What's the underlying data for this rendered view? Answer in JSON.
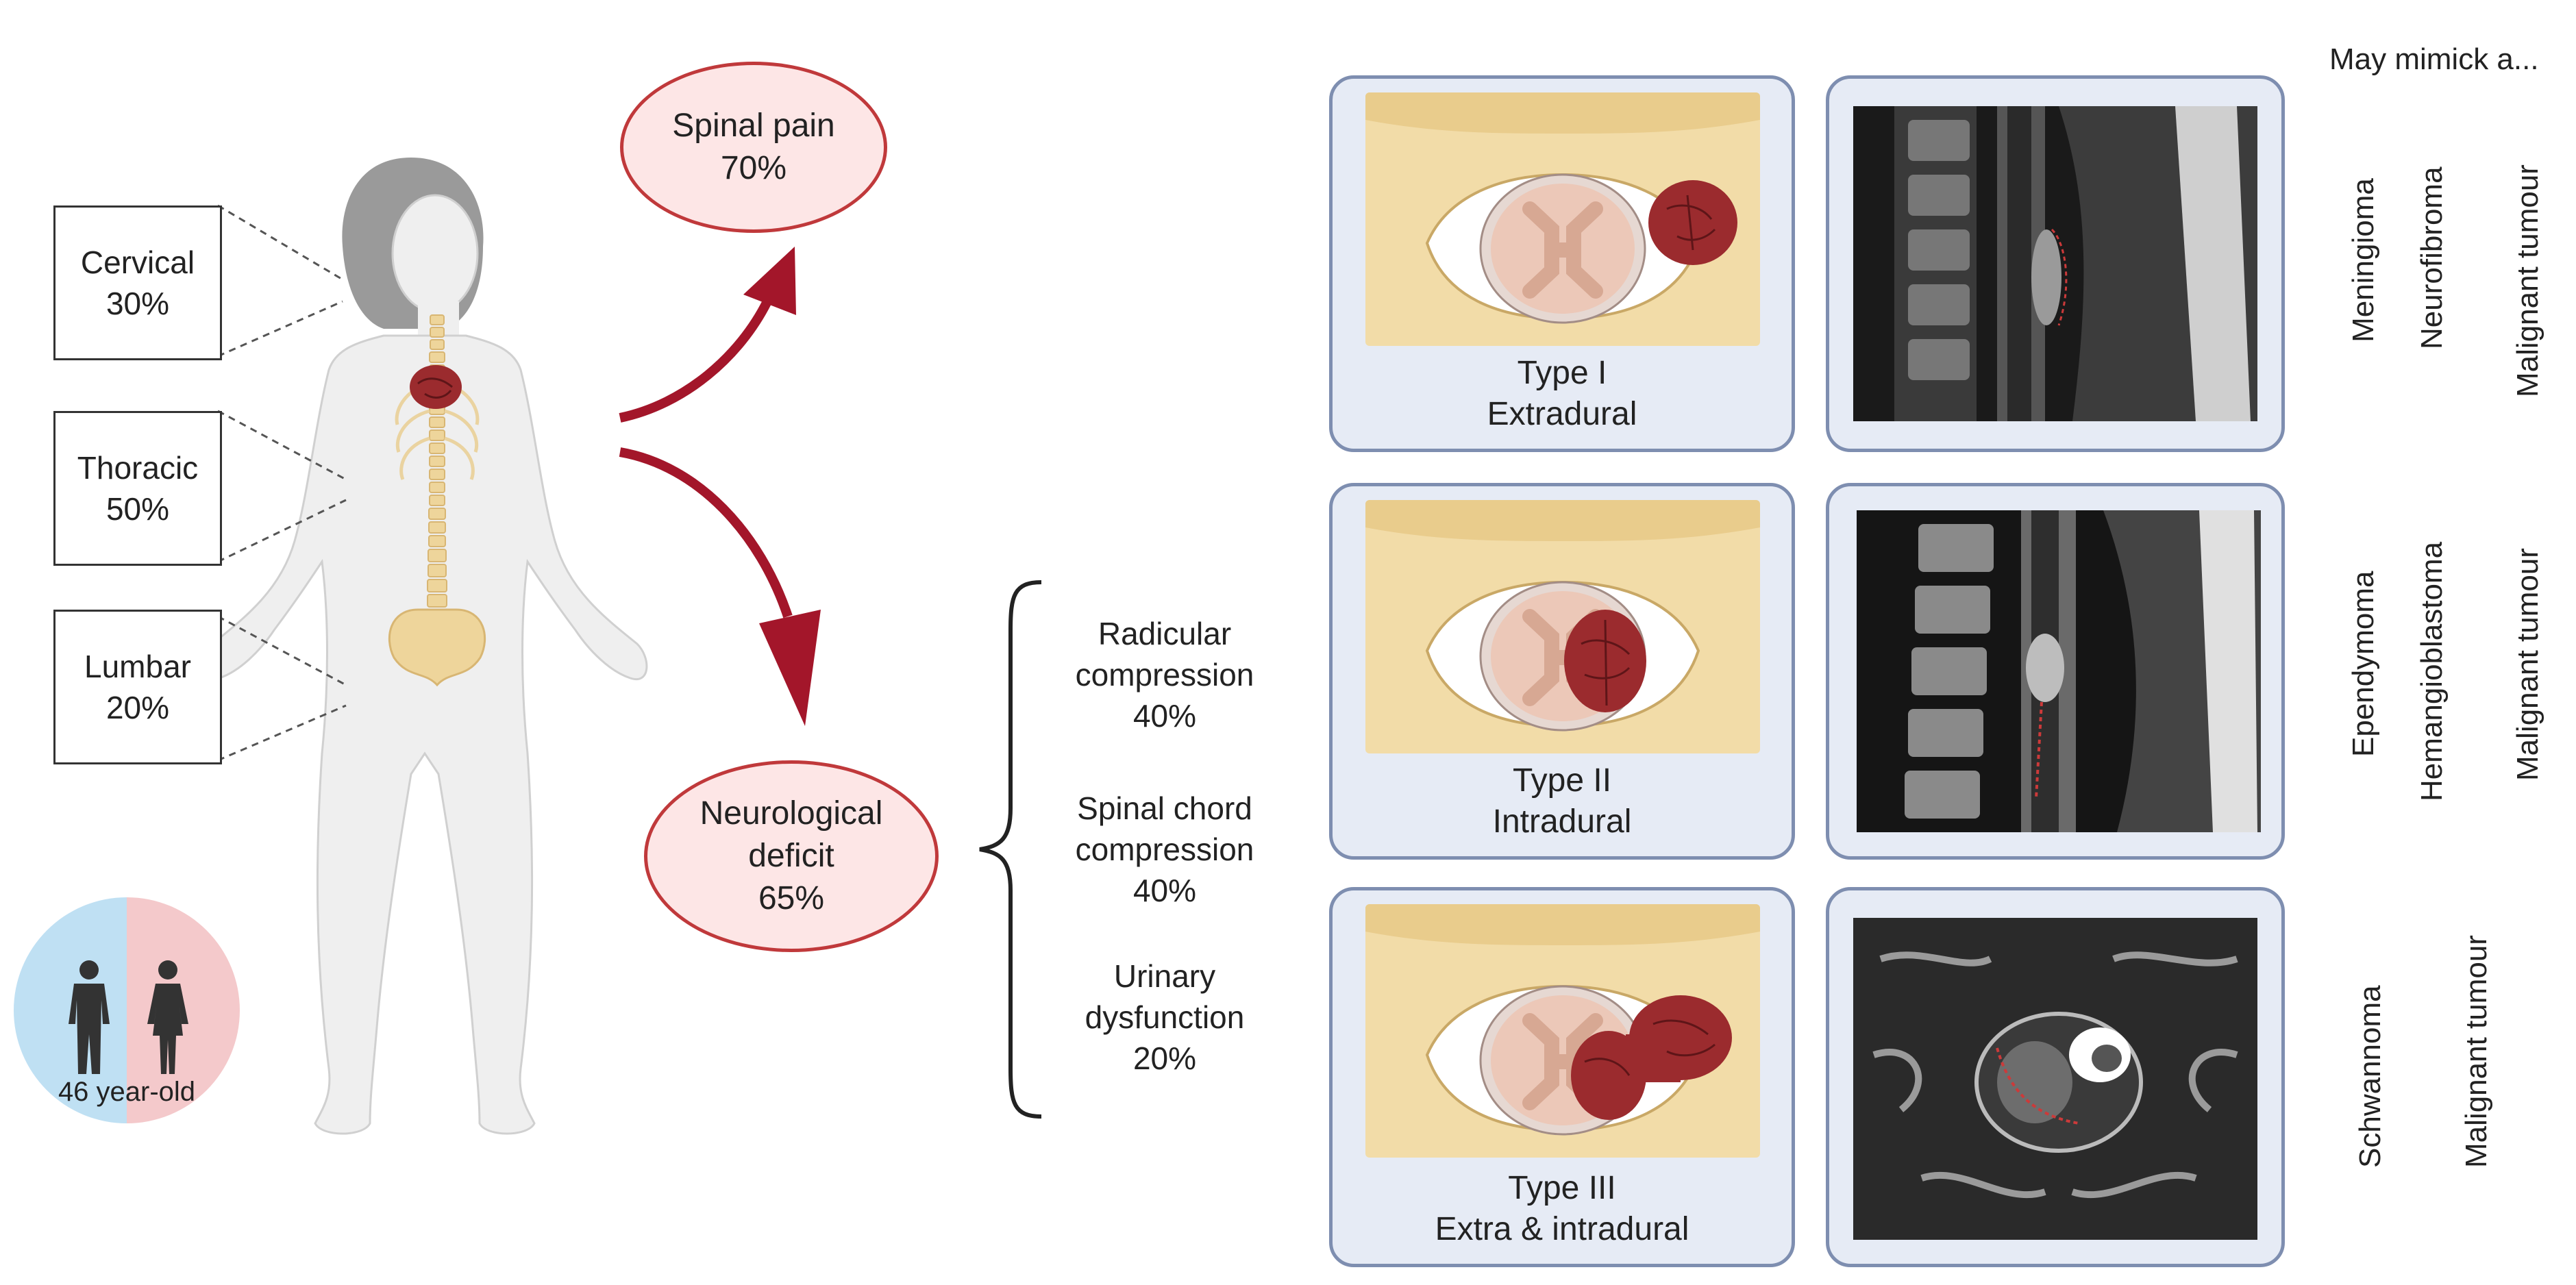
{
  "regions": [
    {
      "name": "Cervical",
      "percent": "30%"
    },
    {
      "name": "Thoracic",
      "percent": "50%"
    },
    {
      "name": "Lumbar",
      "percent": "20%"
    }
  ],
  "age_badge": {
    "label": "46 year-old",
    "colors": {
      "male": "#bfe0f3",
      "female": "#f4c9cb"
    }
  },
  "outcomes": {
    "pain": {
      "label": "Spinal pain",
      "percent": "70%"
    },
    "neuro": {
      "label_line1": "Neurological",
      "label_line2": "deficit",
      "percent": "65%"
    }
  },
  "symptoms": [
    {
      "line1": "Radicular",
      "line2": "compression",
      "percent": "40%"
    },
    {
      "line1": "Spinal chord",
      "line2": "compression",
      "percent": "40%"
    },
    {
      "line1": "Urinary",
      "line2": "dysfunction",
      "percent": "20%"
    }
  ],
  "types": [
    {
      "type": "Type I",
      "location": "Extradural"
    },
    {
      "type": "Type II",
      "location": "Intradural"
    },
    {
      "type": "Type III",
      "location": "Extra & intradural"
    }
  ],
  "mimic_header": "May mimick a...",
  "mimics": [
    [
      "Meningioma",
      "Neurofibroma",
      "Malignant tumour"
    ],
    [
      "Ependymoma",
      "Hemangioblastoma",
      "Malignant tumour"
    ],
    [
      "Schwannoma",
      "Malignant tumour"
    ]
  ],
  "colors": {
    "accent": "#a3162a",
    "ellipse_border": "#c0393b",
    "ellipse_fill": "#fde6e6",
    "card_border": "#7e8eb0",
    "card_fill": "#e6ebf5",
    "tumor": "#9b2b2e",
    "bone": "#f2dca8",
    "spine": "#f0d9a0"
  }
}
